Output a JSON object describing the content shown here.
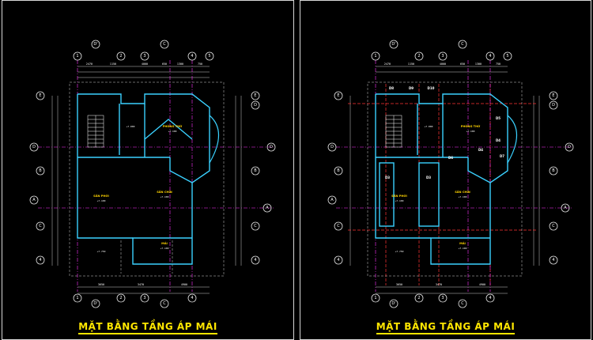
{
  "panels": [
    {
      "id": "left",
      "title": "MẶT BẰNG TẦNG ÁP MÁI",
      "grid_top": [
        "1",
        "2",
        "3",
        "4",
        "5"
      ],
      "grid_top_extra": [
        "D'",
        "C"
      ],
      "grid_side": [
        "E",
        "D",
        "B",
        "A",
        "C",
        "4"
      ],
      "rooms": [
        {
          "name": "PHÒNG THỜ",
          "level": "+7.100"
        },
        {
          "name": "SÂN CHÍN",
          "level": "+7.100"
        },
        {
          "name": "SÂN PHƠI",
          "level": "+7.100"
        },
        {
          "name": "MÁI",
          "level": "+7.100"
        }
      ],
      "level_marks": [
        "+7.000",
        "+7.750"
      ],
      "dims_top": [
        "2470",
        "1150",
        "4000",
        "650",
        "1300",
        "750"
      ],
      "dims_bottom": [
        "3650",
        "3470",
        "4900"
      ]
    },
    {
      "id": "right",
      "title": "MẶT BẰNG TẦNG ÁP MÁI",
      "grid_top": [
        "1",
        "2",
        "3",
        "4",
        "5"
      ],
      "grid_top_extra": [
        "D'",
        "C"
      ],
      "grid_side": [
        "E",
        "D",
        "B",
        "A",
        "C",
        "4"
      ],
      "rooms": [
        {
          "name": "PHÒNG THỜ",
          "level": "+7.100"
        },
        {
          "name": "SÂN CHÍN",
          "level": "+7.100"
        },
        {
          "name": "SÂN PHƠI",
          "level": "+7.100"
        },
        {
          "name": "MÁI",
          "level": "+7.100"
        }
      ],
      "column_tags": [
        "D8",
        "D9",
        "D10",
        "D3",
        "D3",
        "D4",
        "D4",
        "D5",
        "D6",
        "D7"
      ],
      "level_marks": [
        "+7.000",
        "+7.750"
      ],
      "dims_top": [
        "2470",
        "1150",
        "4000",
        "650",
        "1300",
        "750"
      ],
      "dims_bottom": [
        "3650",
        "3470",
        "4900"
      ]
    }
  ],
  "colors": {
    "background": "#000000",
    "wall": "#3ad1ff",
    "gridline": "#ff33ff",
    "dim": "#ffffff",
    "dash": "#cccccc",
    "title": "#ffe600",
    "beam": "#ff3333"
  }
}
